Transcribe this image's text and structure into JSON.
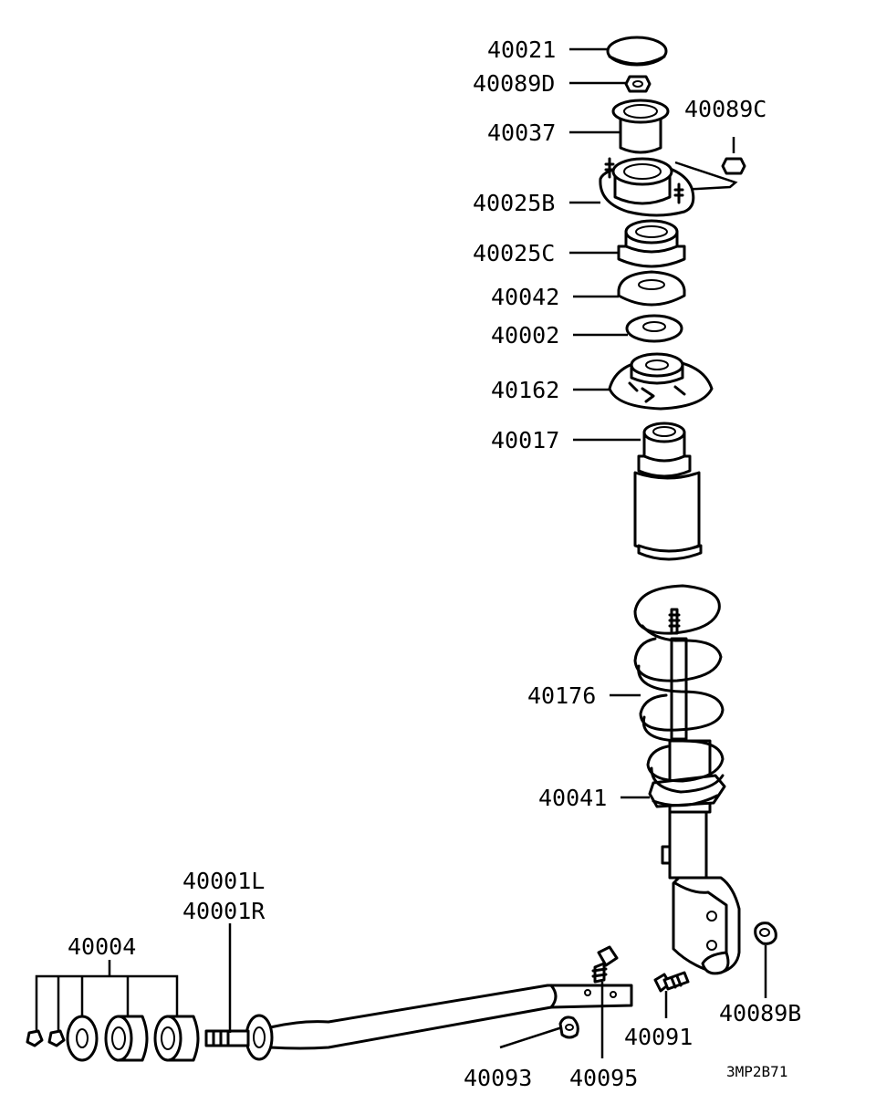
{
  "labels": {
    "p40021": "40021",
    "p40089D": "40089D",
    "p40089C": "40089C",
    "p40037": "40037",
    "p40025B": "40025B",
    "p40025C": "40025C",
    "p40042": "40042",
    "p40002": "40002",
    "p40162": "40162",
    "p40017": "40017",
    "p40176": "40176",
    "p40041": "40041",
    "p40001L": "40001L",
    "p40001R": "40001R",
    "p40004": "40004",
    "p40089B": "40089B",
    "p40091": "40091",
    "p40093": "40093",
    "p40095": "40095"
  },
  "drawing_code": "3MP2B71"
}
